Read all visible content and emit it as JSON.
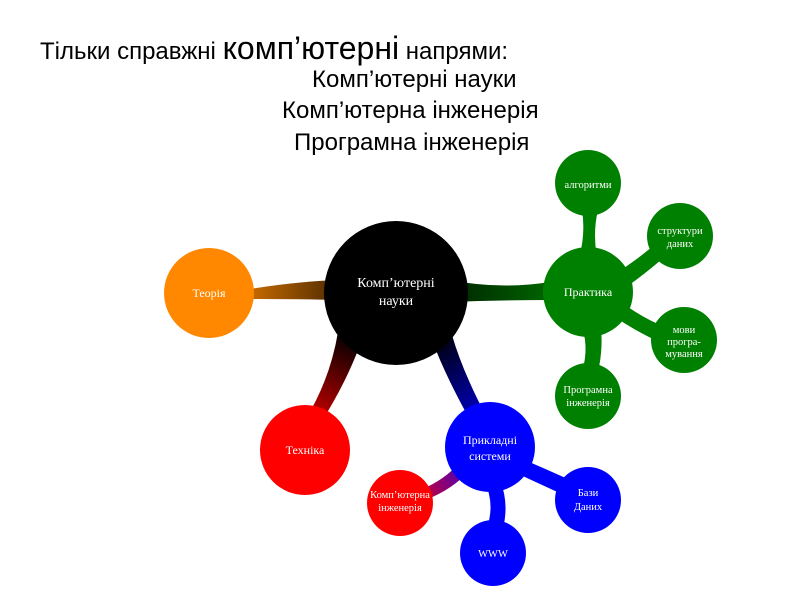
{
  "title": {
    "part1": "Тільки справжні ",
    "part2": "комп’ютерні",
    "part3": " напрями:",
    "line2": "Комп’ютерні науки",
    "line3": "Комп’ютерна інженерія",
    "line4": "Програмна інженерія"
  },
  "mindmap": {
    "center": {
      "lines": [
        "Комп’ютерні",
        "науки"
      ],
      "color": "#000000"
    },
    "theory": {
      "lines": [
        "Теорія"
      ],
      "color": "#ff8800"
    },
    "practice": {
      "lines": [
        "Практика"
      ],
      "color": "#008000"
    },
    "algorithms": {
      "lines": [
        "алгоритми"
      ],
      "color": "#008000"
    },
    "data_structures": {
      "lines": [
        "структури",
        "даних"
      ],
      "color": "#008000"
    },
    "programming_languages": {
      "lines": [
        "мови",
        "програ-",
        "мування"
      ],
      "color": "#008000"
    },
    "software_engineering": {
      "lines": [
        "Програмна",
        "інженерія"
      ],
      "color": "#008000"
    },
    "technics": {
      "lines": [
        "Техніка"
      ],
      "color": "#ff0000"
    },
    "computer_engineering": {
      "lines": [
        "Комп’ютерна",
        "інженерія"
      ],
      "color": "#ff0000"
    },
    "applied_systems": {
      "lines": [
        "Прикладні",
        "системи"
      ],
      "color": "#0000ff"
    },
    "databases": {
      "lines": [
        "Бази",
        "Даних"
      ],
      "color": "#0000ff"
    },
    "www": {
      "lines": [
        "WWW"
      ],
      "color": "#0000ff"
    }
  }
}
